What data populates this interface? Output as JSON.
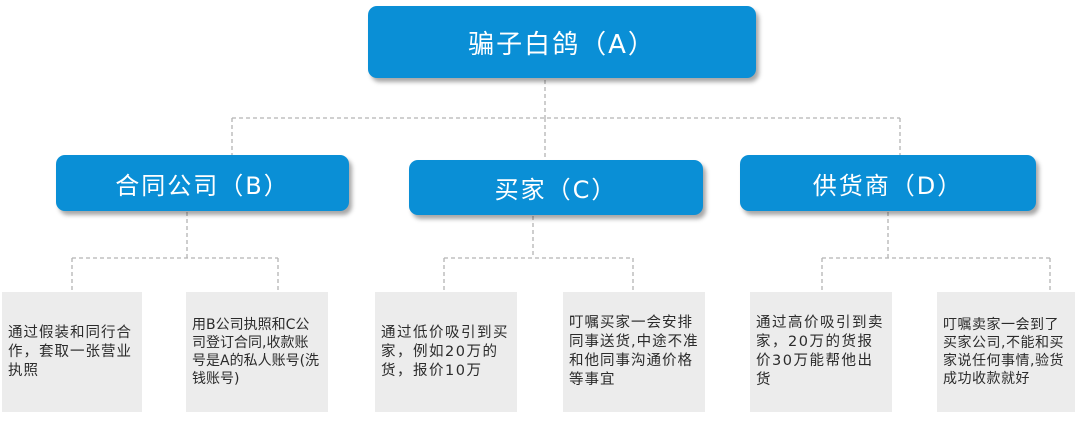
{
  "root": {
    "label": "骗子白鸽（A）"
  },
  "branches": [
    {
      "label": "合同公司（B）",
      "notes": [
        "通过假装和同行合作，套取一张营业执照",
        "用B公司执照和C公司登订合同,收款账号是A的私人账号(洗钱账号)"
      ]
    },
    {
      "label": "买家（C）",
      "notes": [
        "通过低价吸引到买家，例如20万的货，报价10万",
        "叮嘱买家一会安排同事送货,中途不准和他同事沟通价格等事宜"
      ]
    },
    {
      "label": "供货商（D）",
      "notes": [
        "通过高价吸引到卖家，20万的货报价30万能帮他出货",
        "叮嘱卖家一会到了买家公司,不能和买家说任何事情,验货成功收款就好"
      ]
    }
  ],
  "colors": {
    "node_fill": "#0a8fd6",
    "node_text": "#ffffff",
    "leaf_fill": "#ececec",
    "leaf_text": "#2b2b2b",
    "connector": "#b4b4b4"
  }
}
